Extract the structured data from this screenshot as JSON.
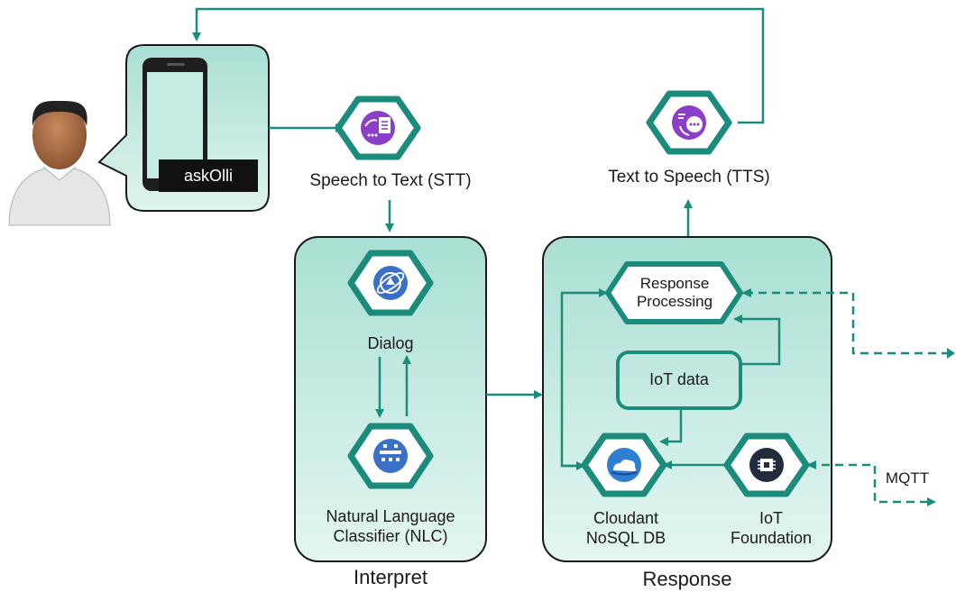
{
  "user_device": {
    "app_label": "askOlli"
  },
  "services": {
    "stt": "Speech to Text (STT)",
    "tts": "Text to Speech (TTS)",
    "dialog": "Dialog",
    "nlc": "Natural Language Classifier (NLC)",
    "response_processing": "Response Processing",
    "iot_data": "IoT data",
    "cloudant": "Cloudant NoSQL DB",
    "iot_foundation": "IoT Foundation"
  },
  "panels": {
    "interpret": "Interpret",
    "response": "Response"
  },
  "external": {
    "mqtt": "MQTT"
  },
  "colors": {
    "teal": "#1b8c7c",
    "panel_fill": "#bfe8df",
    "hex_fill": "#ffffff",
    "stt_tts_icon": "#8b3fc9",
    "watson_icon": "#3a70c7",
    "iot_icon": "#222c3a",
    "arrow": "#1b8c7c"
  },
  "icons": {
    "stt": "document-speech-icon",
    "tts": "chat-bubble-icon",
    "dialog": "globe-icon",
    "nlc": "classifier-icon",
    "cloudant": "cloud-icon",
    "iot_foundation": "chip-icon",
    "user": "person-avatar-icon",
    "phone": "smartphone-icon"
  }
}
